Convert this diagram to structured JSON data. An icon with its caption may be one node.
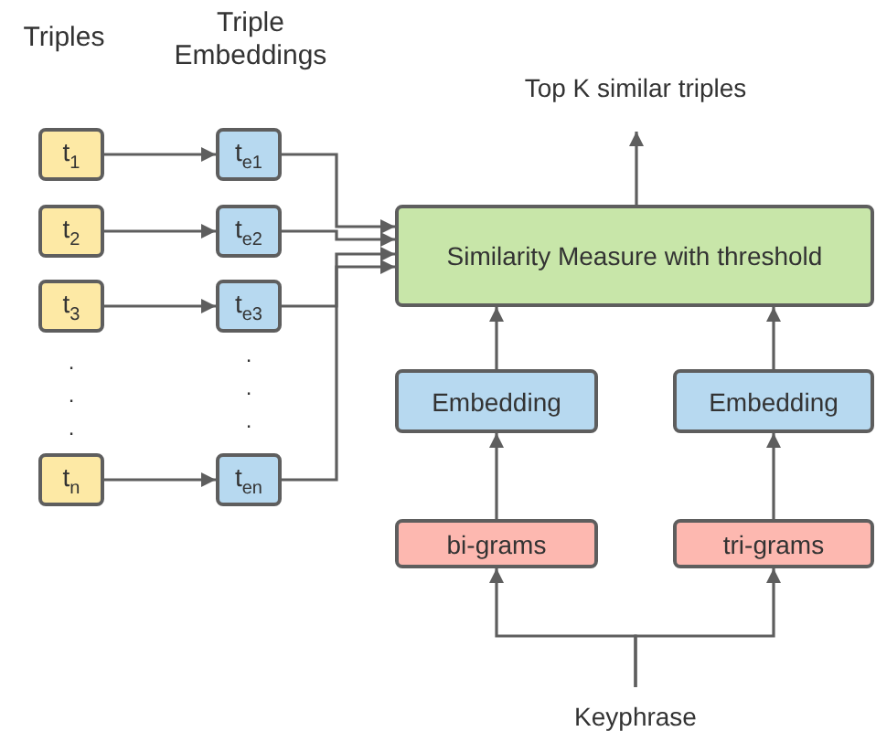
{
  "diagram": {
    "nodes": [
      {
        "text": [
          "Top K similar triples"
        ]
      },
      {
        "text": [
          "t$_{1}$"
        ]
      },
      {
        "text": [
          "t$_{e1}$"
        ]
      },
      {
        "text": [
          "t$_{2}$"
        ]
      },
      {
        "text": [
          "t$_{e2}$"
        ]
      },
      {
        "text": [
          "t$_{3}$"
        ]
      },
      {
        "text": [
          "t$_{e3}$"
        ]
      },
      {
        "text": [
          "t$_{n}$"
        ]
      },
      {
        "text": [
          "t$_{en}$"
        ]
      },
      {
        "text": [
          "Similarity Measure with threshold"
        ]
      },
      {
        "text": [
          "Embedding"
        ]
      },
      {
        "text": [
          "Embedding"
        ]
      },
      {
        "text": [
          "bi-grams"
        ]
      },
      {
        "text": [
          "tri-grams"
        ]
      },
      {
        "text": [
          "Keyphrase"
        ]
      }
    ],
    "edges": [
      {
        "from": 1,
        "to": 2,
        "arrow": "to"
      },
      {
        "from": 3,
        "to": 4,
        "arrow": "to"
      },
      {
        "from": 5,
        "to": 6,
        "arrow": "to"
      },
      {
        "from": 7,
        "to": 8,
        "arrow": "to"
      },
      {
        "from": 2,
        "to": 9,
        "arrow": "to"
      },
      {
        "from": 4,
        "to": 9,
        "arrow": "to"
      },
      {
        "from": 6,
        "to": 9,
        "arrow": "to"
      },
      {
        "from": 8,
        "to": 9,
        "arrow": "to"
      },
      {
        "from": 9,
        "to": 0,
        "arrow": "to"
      },
      {
        "from": 10,
        "to": 9,
        "arrow": "to"
      },
      {
        "from": 11,
        "to": 9,
        "arrow": "to"
      },
      {
        "from": 12,
        "to": 10,
        "arrow": "to"
      },
      {
        "from": 13,
        "to": 11,
        "arrow": "to"
      },
      {
        "from": 14,
        "to": 12,
        "arrow": "to"
      },
      {
        "from": 14,
        "to": 13,
        "arrow": "to"
      }
    ],
    "labels": [
      "Triples",
      "Triple Embeddings",
      ".",
      ".",
      ".",
      ".",
      ".",
      "."
    ]
  }
}
